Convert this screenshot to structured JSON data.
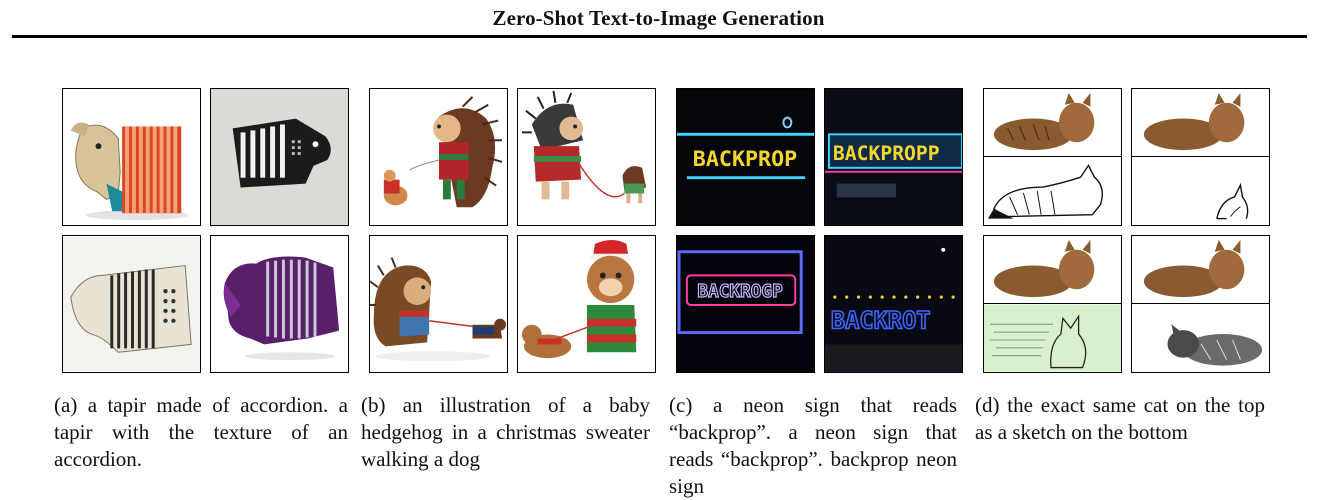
{
  "header": {
    "title": "Zero-Shot Text-to-Image Generation"
  },
  "captions": {
    "a": "(a) a tapir made of accordion. a tapir with the texture of an accordion.",
    "b": "(b) an illustration of a baby hedgehog in a christmas sweater walking a dog",
    "c": "(c) a neon sign that reads “backprop”. a neon sign that reads “backprop”. backprop neon sign",
    "d": "(d) the exact same cat on the top as a sketch on the bottom"
  },
  "neon_text": {
    "top_left": "BACKPROP",
    "top_right": "BACKPROPP",
    "bottom_left": "BACKROGP",
    "bottom_right": "BACKROT"
  },
  "colors": {
    "neon_yellow": "#f2d630",
    "neon_cyan": "#3cd6ff",
    "neon_blue": "#5a6cff",
    "neon_pink": "#ff3fa0",
    "accordion_red": "#e26b43",
    "sweater_red": "#c8312a",
    "cat_brown": "#8a5a30"
  }
}
